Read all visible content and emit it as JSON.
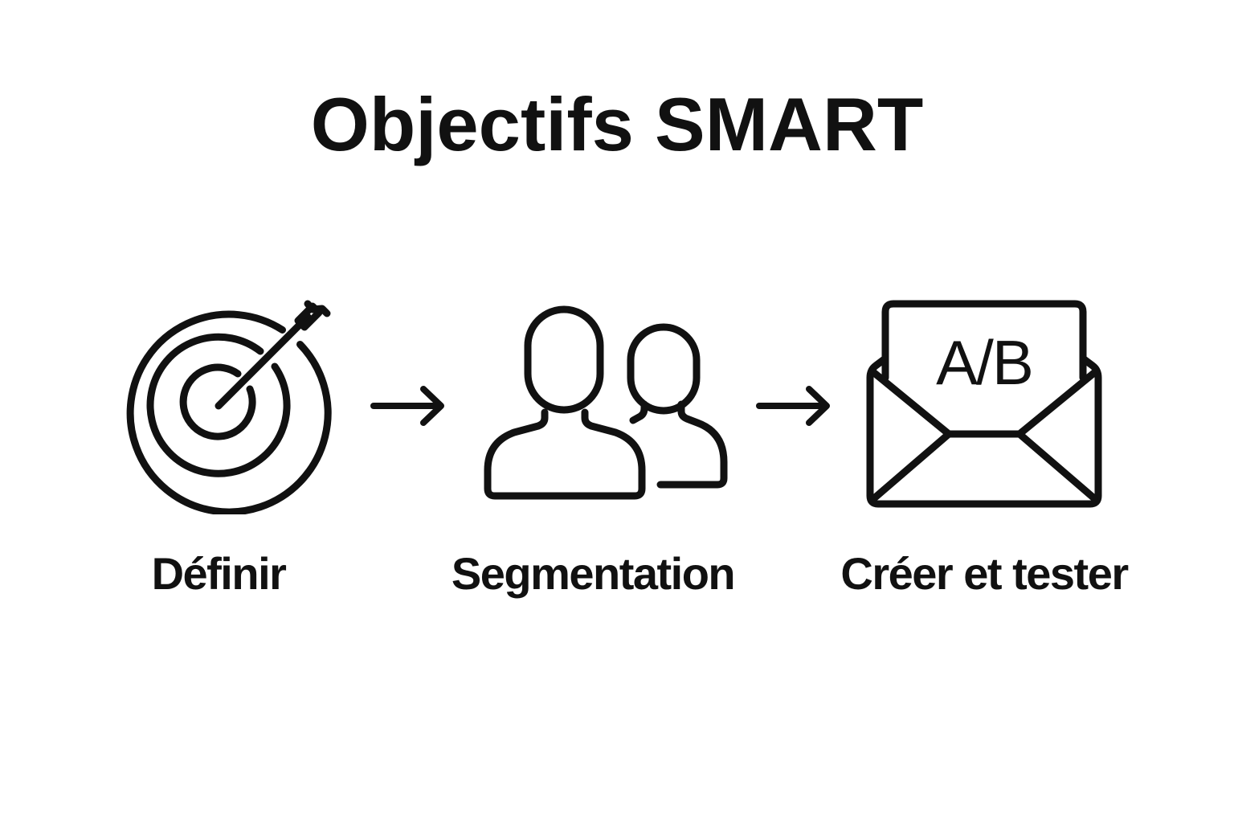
{
  "title": "Objectifs SMART",
  "steps": [
    {
      "label": "Définir",
      "icon": "target-arrow-icon"
    },
    {
      "label": "Segmentation",
      "icon": "users-group-icon"
    },
    {
      "label": "Créer et tester",
      "icon": "envelope-ab-test-icon",
      "icon_text": "A/B"
    }
  ],
  "connectors": [
    {
      "icon": "arrow-right-icon"
    },
    {
      "icon": "arrow-right-icon"
    }
  ],
  "colors": {
    "background": "#ffffff",
    "foreground": "#111111"
  }
}
